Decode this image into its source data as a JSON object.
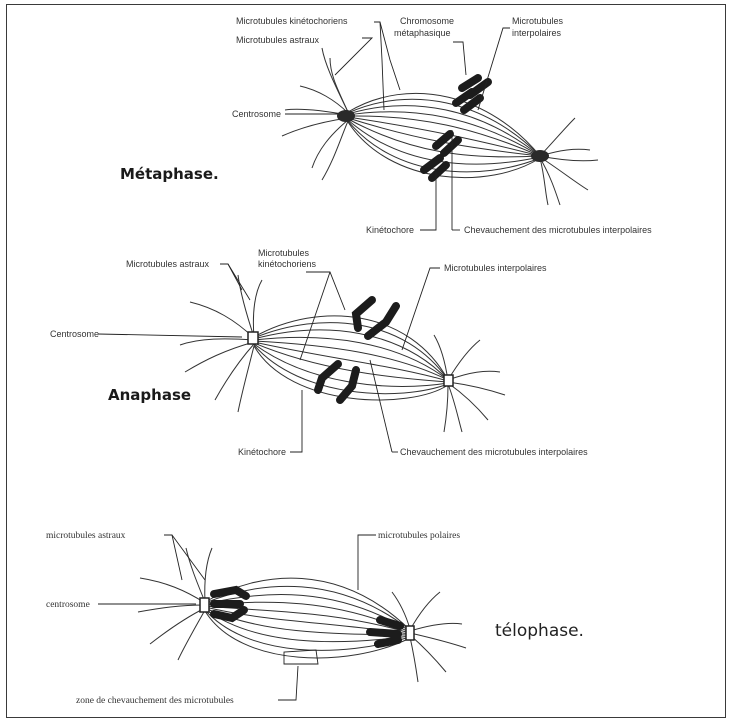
{
  "metaphase": {
    "title": "Métaphase.",
    "labels": {
      "kinetochore_mt": "Microtubules kinétochoriens",
      "astral_mt": "Microtubules astraux",
      "chromosome_line1": "Chromosome",
      "chromosome_line2": "métaphasique",
      "interpolar_line1": "Microtubules",
      "interpolar_line2": "interpolaires",
      "centrosome": "Centrosome",
      "kinetochore": "Kinétochore",
      "overlap": "Chevauchement des microtubules interpolaires"
    }
  },
  "anaphase": {
    "title": "Anaphase",
    "labels": {
      "kinetochore_mt_line1": "Microtubules",
      "kinetochore_mt_line2": "kinétochoriens",
      "astral_mt": "Microtubules astraux",
      "interpolar": "Microtubules interpolaires",
      "centrosome": "Centrosome",
      "kinetochore": "Kinétochore",
      "overlap": "Chevauchement des microtubules interpolaires"
    }
  },
  "telophase": {
    "title": "télophase.",
    "labels": {
      "astral_mt": "microtubules astraux",
      "polar_mt": "microtubules polaires",
      "centrosome": "centrosome",
      "overlap_zone": "zone de chevauchement des microtubules"
    }
  }
}
